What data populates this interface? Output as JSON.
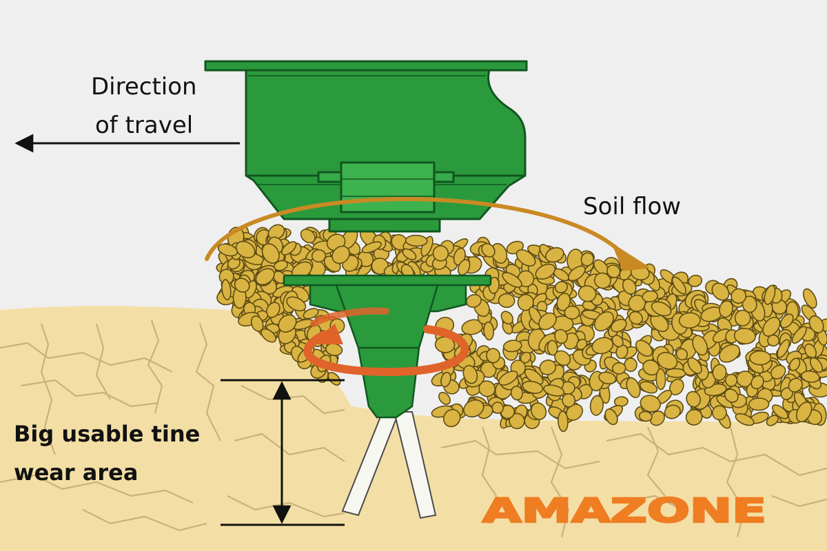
{
  "labels": {
    "direction_line1": "Direction",
    "direction_line2": "of travel",
    "soil_flow": "Soil flow",
    "wear_line1": "Big usable tine",
    "wear_line2": "wear area"
  },
  "brand": {
    "name": "AMAZONE"
  },
  "colors": {
    "background": "#efefef",
    "ground": "#f3dfa6",
    "ground_cracks": "#c9b27a",
    "machine_green": "#2a9a3c",
    "machine_outline": "#11561f",
    "soil_clod": "#d9b442",
    "soil_outline": "#5c4a14",
    "flow_arrow": "#c98a24",
    "rotation_arrow": "#e0632a",
    "brand": "#ef7d22",
    "tine": "#f7f7f2"
  },
  "icons": {
    "direction_arrow": "arrow-left-icon",
    "soil_flow_arrow": "curved-arrow-right-icon",
    "rotation_arrow": "rotation-arrow-icon",
    "dimension": "double-arrow-vertical-icon"
  }
}
